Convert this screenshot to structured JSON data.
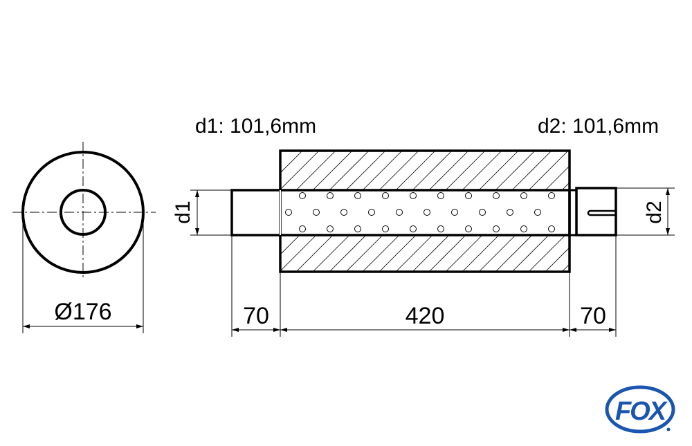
{
  "labels": {
    "d1_title": "d1: 101,6mm",
    "d2_title": "d2: 101,6mm",
    "d1": "d1",
    "d2": "d2",
    "diameter": "Ø176",
    "inlet_length": "70",
    "body_length": "420",
    "outlet_length": "70"
  },
  "logo": {
    "text": "FOX",
    "color": "#1a56b0"
  }
}
